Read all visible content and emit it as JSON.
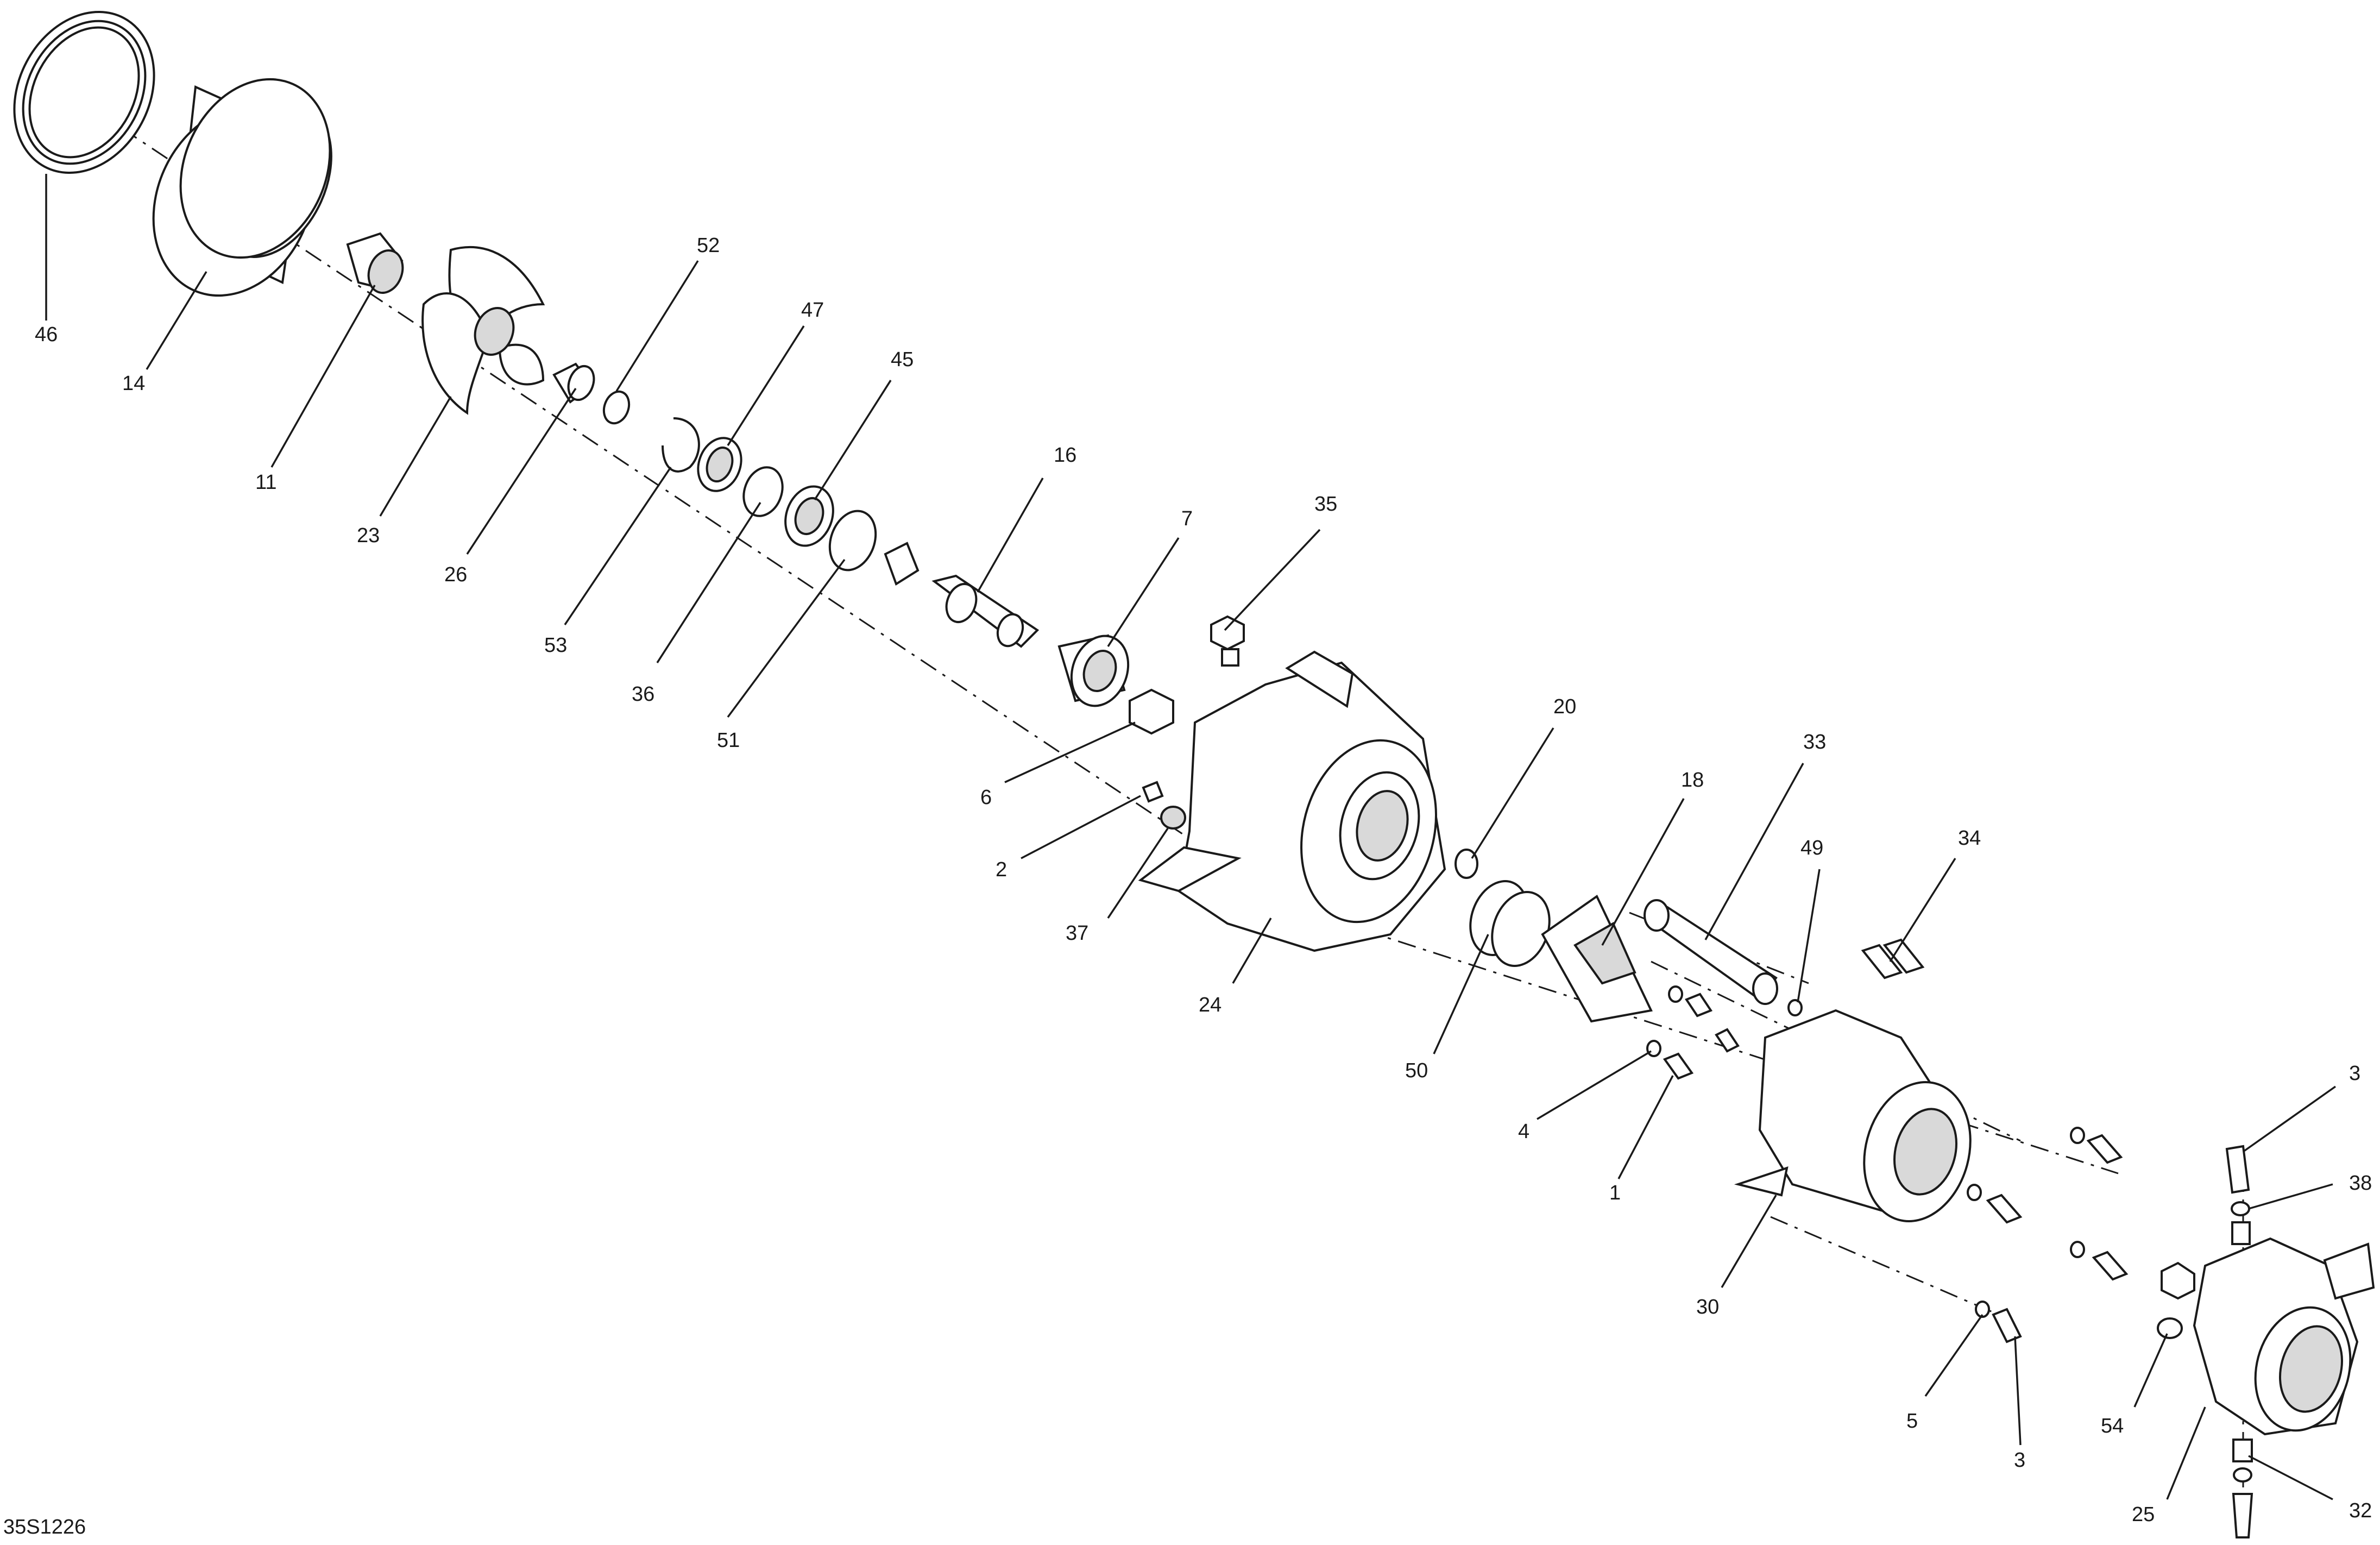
{
  "drawing_code": "35S1226",
  "callouts": [
    {
      "id": "46",
      "label": "46"
    },
    {
      "id": "14",
      "label": "14"
    },
    {
      "id": "11",
      "label": "11"
    },
    {
      "id": "23",
      "label": "23"
    },
    {
      "id": "26",
      "label": "26"
    },
    {
      "id": "52",
      "label": "52"
    },
    {
      "id": "53",
      "label": "53"
    },
    {
      "id": "47",
      "label": "47"
    },
    {
      "id": "36",
      "label": "36"
    },
    {
      "id": "45",
      "label": "45"
    },
    {
      "id": "51",
      "label": "51"
    },
    {
      "id": "16",
      "label": "16"
    },
    {
      "id": "7",
      "label": "7"
    },
    {
      "id": "35",
      "label": "35"
    },
    {
      "id": "6",
      "label": "6"
    },
    {
      "id": "2",
      "label": "2"
    },
    {
      "id": "37",
      "label": "37"
    },
    {
      "id": "24",
      "label": "24"
    },
    {
      "id": "20",
      "label": "20"
    },
    {
      "id": "50",
      "label": "50"
    },
    {
      "id": "18",
      "label": "18"
    },
    {
      "id": "33",
      "label": "33"
    },
    {
      "id": "49",
      "label": "49"
    },
    {
      "id": "34",
      "label": "34"
    },
    {
      "id": "4",
      "label": "4"
    },
    {
      "id": "1",
      "label": "1"
    },
    {
      "id": "30",
      "label": "30"
    },
    {
      "id": "3a",
      "label": "3"
    },
    {
      "id": "38",
      "label": "38"
    },
    {
      "id": "5",
      "label": "5"
    },
    {
      "id": "3b",
      "label": "3"
    },
    {
      "id": "54",
      "label": "54"
    },
    {
      "id": "25",
      "label": "25"
    },
    {
      "id": "32",
      "label": "32"
    }
  ]
}
